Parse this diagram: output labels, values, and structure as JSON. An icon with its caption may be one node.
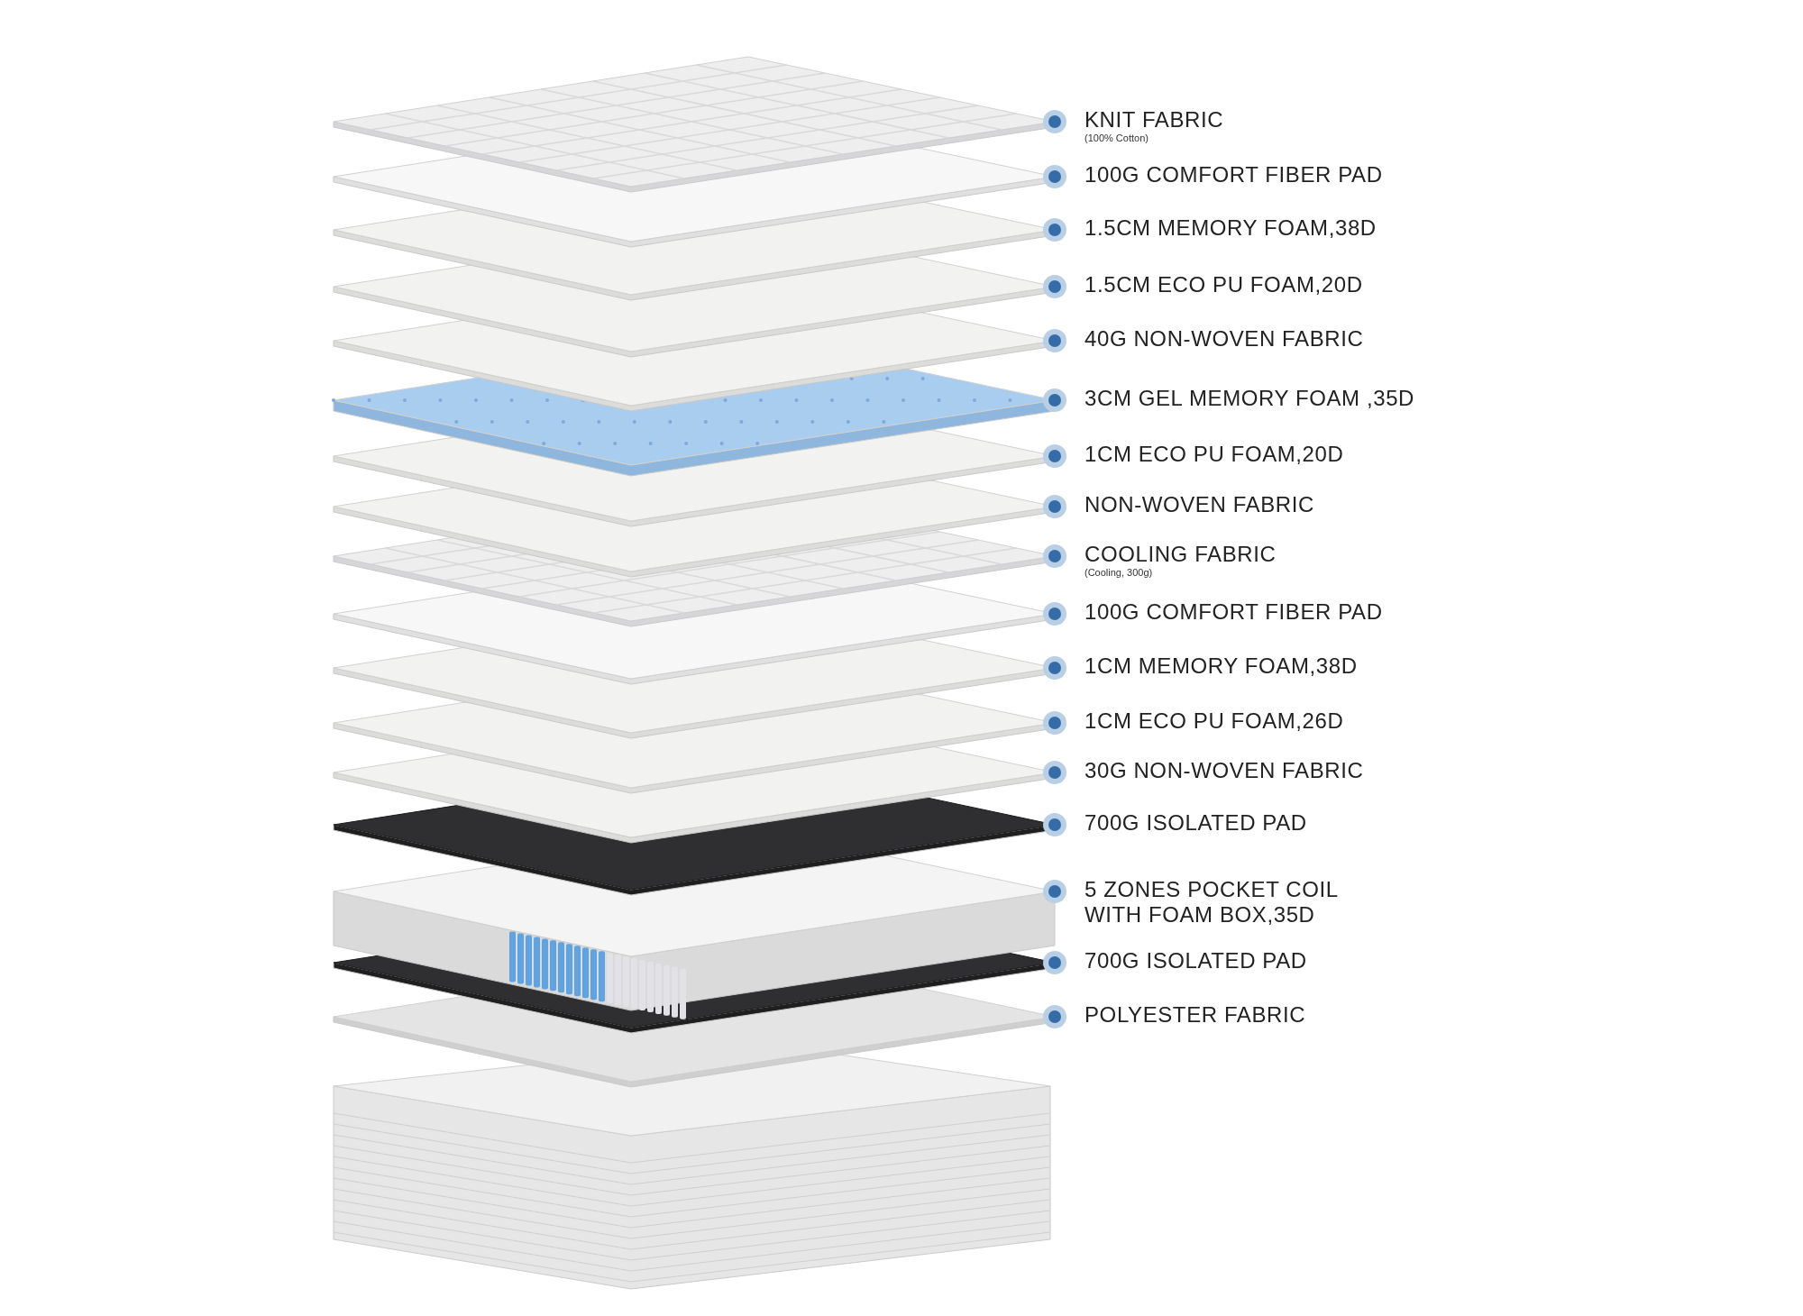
{
  "diagram": {
    "labels": [
      "KNIT FABRIC",
      "(100% Cotton)",
      "100G COMFORT FIBER PAD",
      "1.5CM MEMORY FOAM,38D",
      "1.5CM ECO PU FOAM,20D",
      "40G NON-WOVEN FABRIC",
      "3CM GEL MEMORY FOAM ,35D",
      "1CM ECO PU FOAM,20D",
      "NON-WOVEN FABRIC",
      "COOLING FABRIC",
      "(Cooling, 300g)",
      "100G COMFORT FIBER PAD",
      "1CM MEMORY FOAM,38D",
      "1CM ECO PU FOAM,26D",
      "30G NON-WOVEN FABRIC",
      "700G ISOLATED PAD",
      "5 ZONES POCKET COIL WITH FOAM BOX,35D",
      "700G ISOLATED PAD",
      "POLYESTER FABRIC"
    ]
  }
}
